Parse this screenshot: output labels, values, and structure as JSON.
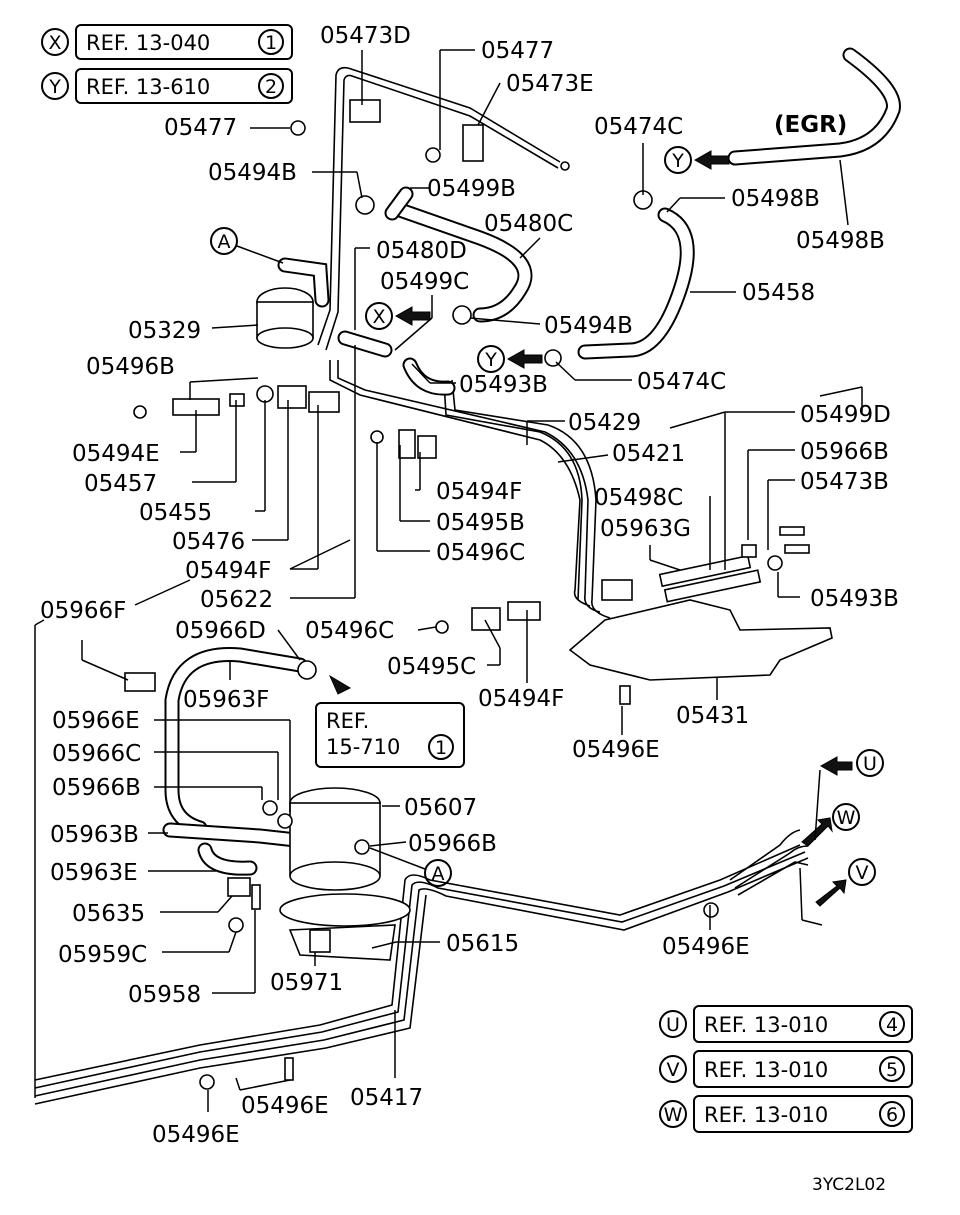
{
  "refs": {
    "X": {
      "marker": "X",
      "text": "REF. 13-040",
      "num": "1"
    },
    "Y": {
      "marker": "Y",
      "text": "REF. 13-610",
      "num": "2"
    },
    "U": {
      "marker": "U",
      "text": "REF. 13-010",
      "num": "4"
    },
    "V": {
      "marker": "V",
      "text": "REF. 13-010",
      "num": "5"
    },
    "W": {
      "marker": "W",
      "text": "REF. 13-010",
      "num": "6"
    },
    "ref15": {
      "line1": "REF.",
      "line2": "15-710",
      "num": "1"
    }
  },
  "markers": {
    "A": "A",
    "X": "X",
    "Y": "Y",
    "U": "U",
    "V": "V",
    "W": "W"
  },
  "egr": "(EGR)",
  "drawing_code": "3YC2L02",
  "labels": {
    "l05473D": "05473D",
    "l05477a": "05477",
    "l05473E": "05473E",
    "l05477b": "05477",
    "l05474Ca": "05474C",
    "l05494Ba": "05494B",
    "l05499B": "05499B",
    "l05498Ba": "05498B",
    "l05498Bb": "05498B",
    "l05480C": "05480C",
    "l05480D": "05480D",
    "l05458": "05458",
    "l05499C": "05499C",
    "l05329": "05329",
    "l05494Bb": "05494B",
    "l05496B": "05496B",
    "l05493Ba": "05493B",
    "l05474Cb": "05474C",
    "l05429": "05429",
    "l05499D": "05499D",
    "l05494E": "05494E",
    "l05421": "05421",
    "l05966Ba": "05966B",
    "l05457": "05457",
    "l05494Fa": "05494F",
    "l05473B": "05473B",
    "l05498C": "05498C",
    "l05455": "05455",
    "l05495Ba": "05495B",
    "l05963G": "05963G",
    "l05476": "05476",
    "l05496Ca": "05496C",
    "l05494Fb": "05494F",
    "l05493Bb": "05493B",
    "l05622": "05622",
    "l05966F": "05966F",
    "l05966D": "05966D",
    "l05496Cb": "05496C",
    "l05495C": "05495C",
    "l05963F": "05963F",
    "l05494Fc": "05494F",
    "l05431": "05431",
    "l05966E": "05966E",
    "l05496Ea": "05496E",
    "l05966C": "05966C",
    "l05966Bb": "05966B",
    "l05607": "05607",
    "l05963B": "05963B",
    "l05966Bc": "05966B",
    "l05963E": "05963E",
    "l05635": "05635",
    "l05496Eb": "05496E",
    "l05959C": "05959C",
    "l05615": "05615",
    "l05958": "05958",
    "l05971": "05971",
    "l05496Ec": "05496E",
    "l05417": "05417",
    "l05496Ed": "05496E"
  }
}
